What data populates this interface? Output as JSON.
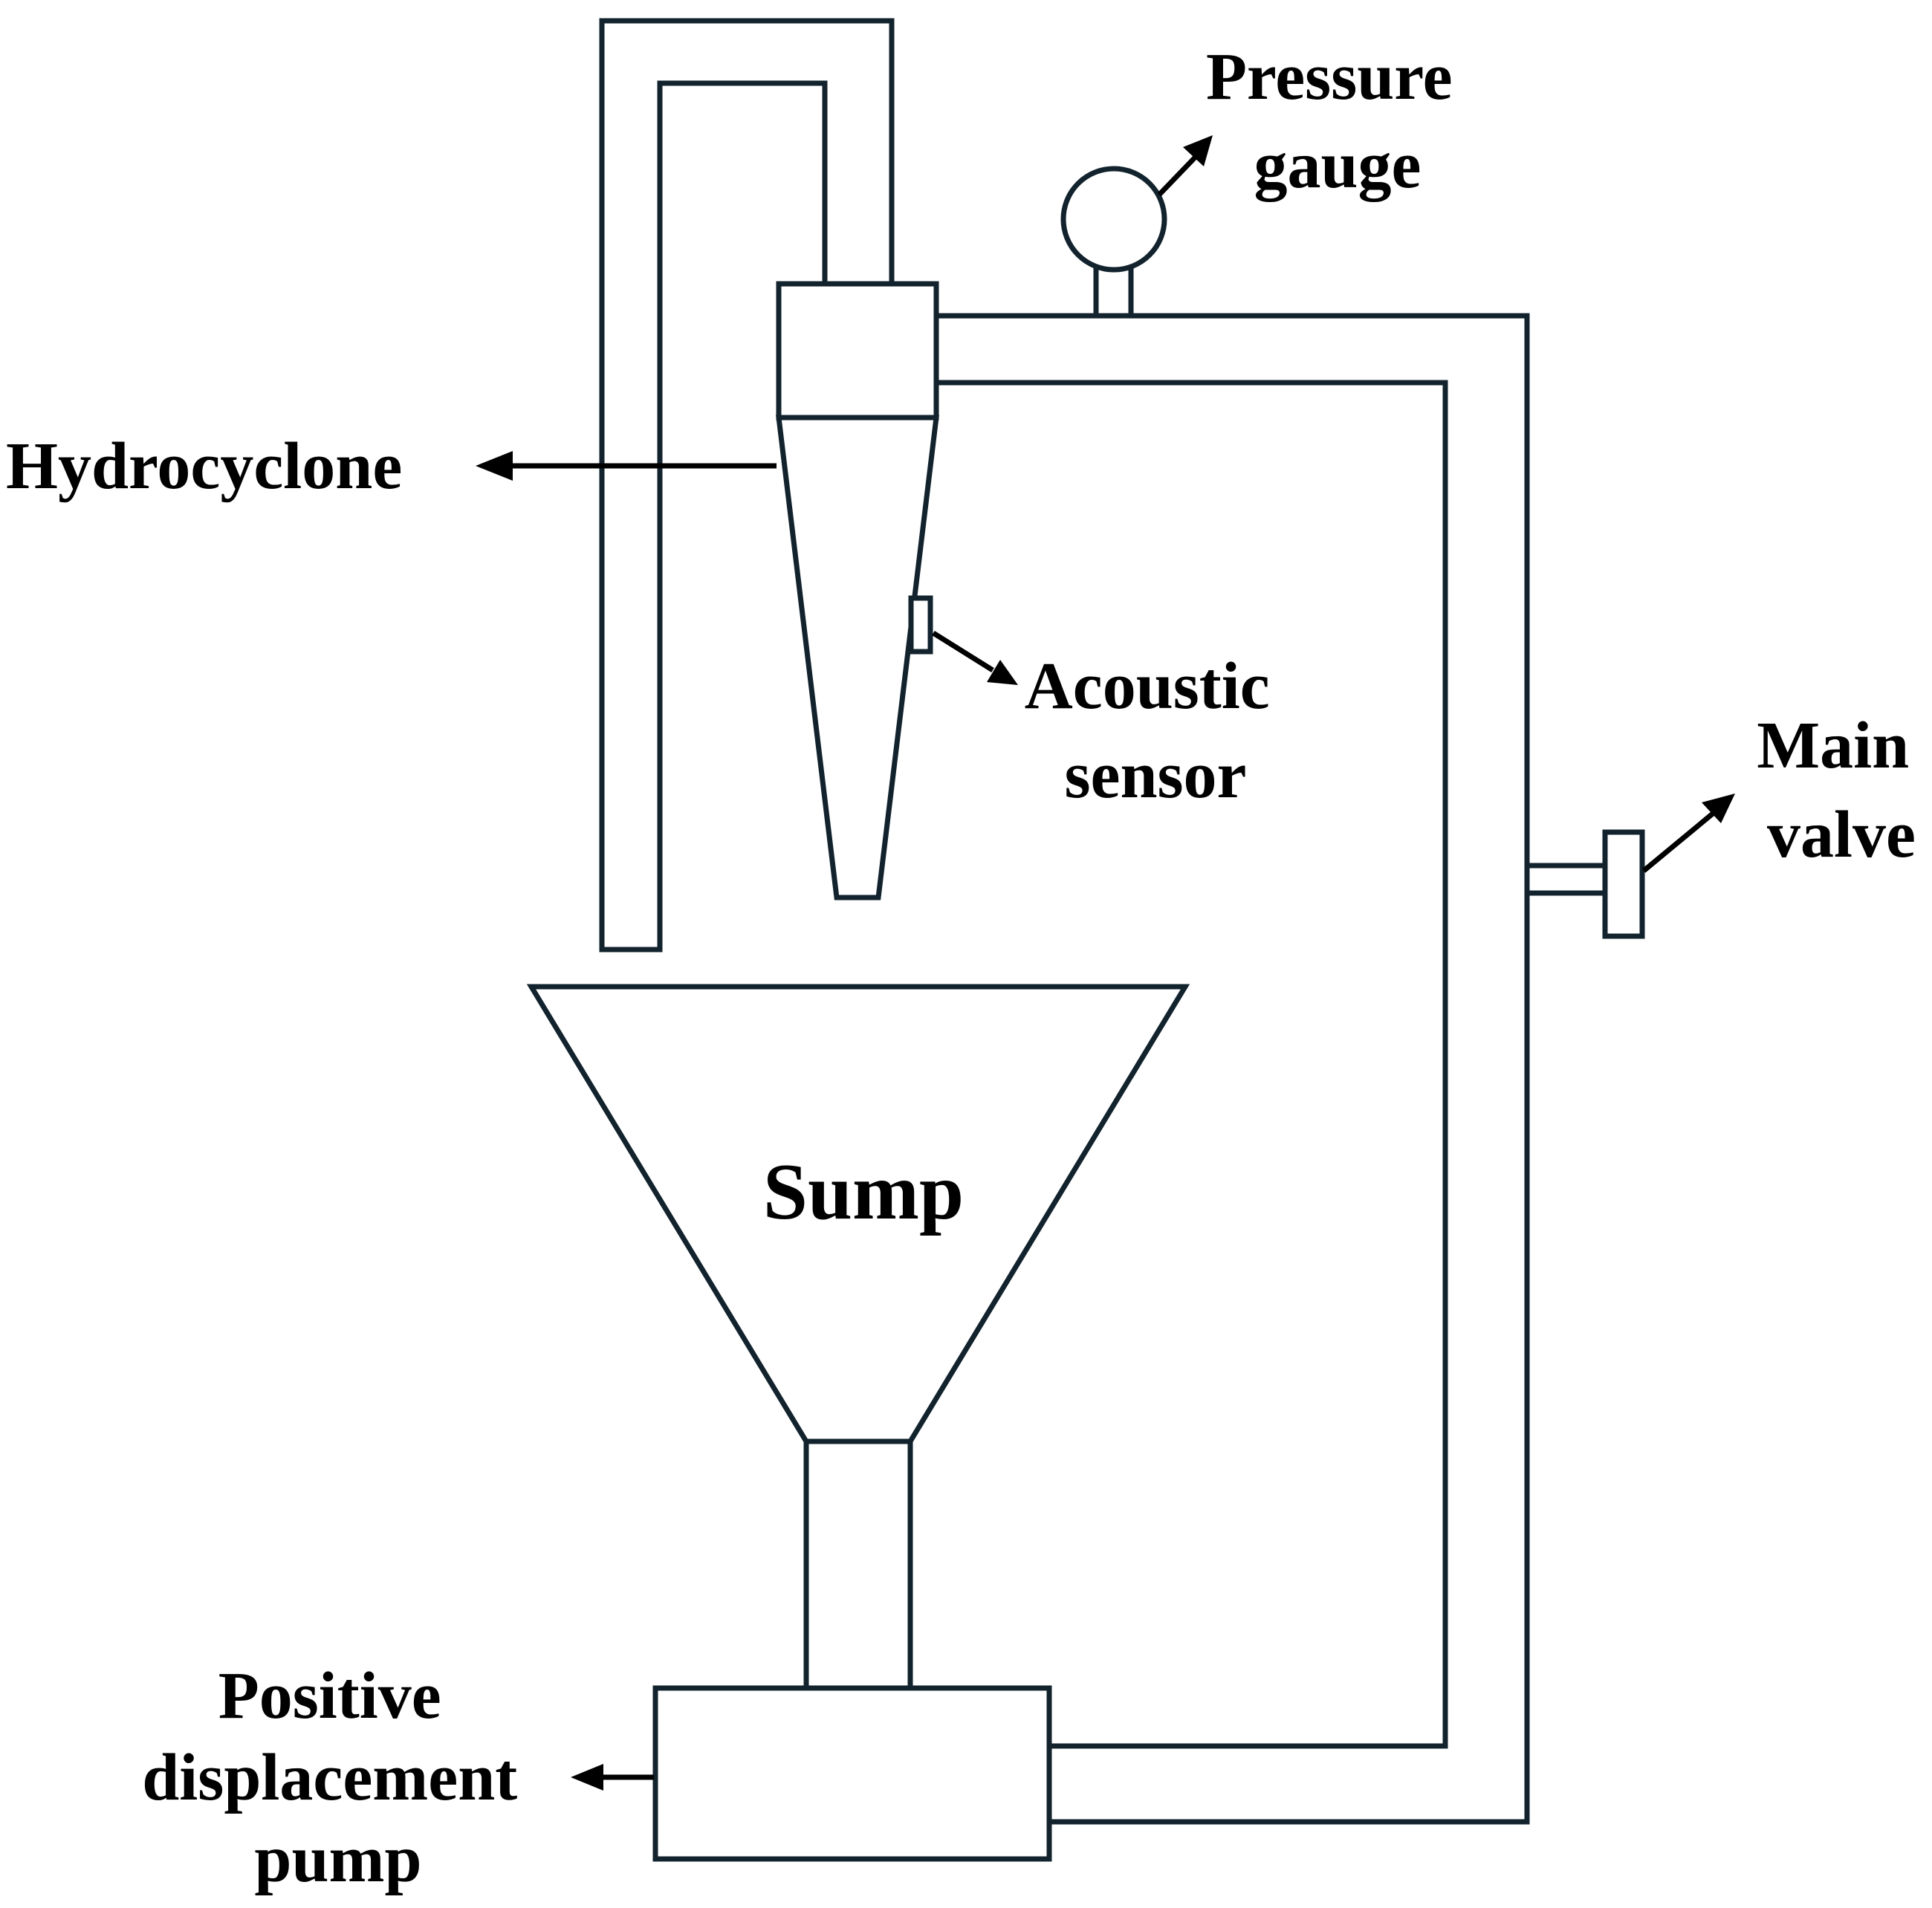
{
  "labels": {
    "hydrocyclone": "Hydrocyclone",
    "pressure_gauge": [
      "Pressure",
      "gauge"
    ],
    "acoustic_sensor": [
      "Acoustic",
      "sensor"
    ],
    "main_valve": [
      "Main",
      "valve"
    ],
    "sump": "Sump",
    "positive_displacement_pump": [
      "Positive",
      "displacement",
      "pump"
    ]
  },
  "colors": {
    "line": "#12232e",
    "arrow": "#000000",
    "background": "#ffffff"
  }
}
